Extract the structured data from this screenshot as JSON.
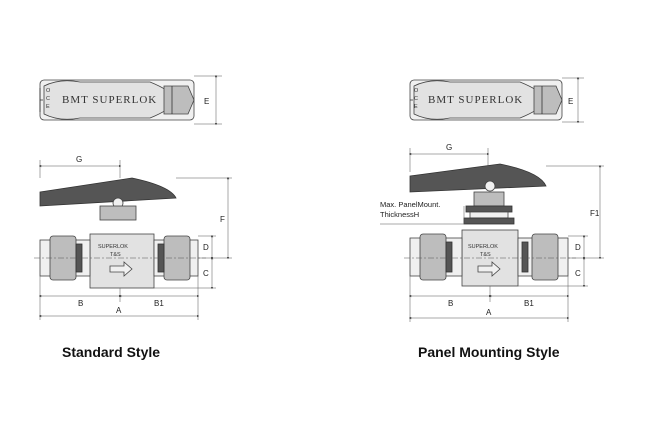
{
  "left_view": {
    "brand_top": "BMT SUPERLOK",
    "brand_small": "SUPERLOK",
    "brand_ts": "T&S",
    "dims": {
      "G": "G",
      "F": "F",
      "E": "E",
      "D": "D",
      "C": "C",
      "A": "A",
      "B": "B",
      "B1": "B1"
    },
    "caption": "Standard Style"
  },
  "right_view": {
    "brand_top": "BMT SUPERLOK",
    "brand_small": "SUPERLOK",
    "brand_ts": "T&S",
    "dims": {
      "G": "G",
      "F1": "F1",
      "E": "E",
      "D": "D",
      "C": "C",
      "A": "A",
      "B": "B",
      "B1": "B1"
    },
    "note_line1": "Max. PanelMount.",
    "note_line2": "ThicknessH",
    "caption": "Panel Mounting Style"
  },
  "colors": {
    "stroke": "#333333",
    "body": "#e2e2e2",
    "handle": "#555555"
  }
}
